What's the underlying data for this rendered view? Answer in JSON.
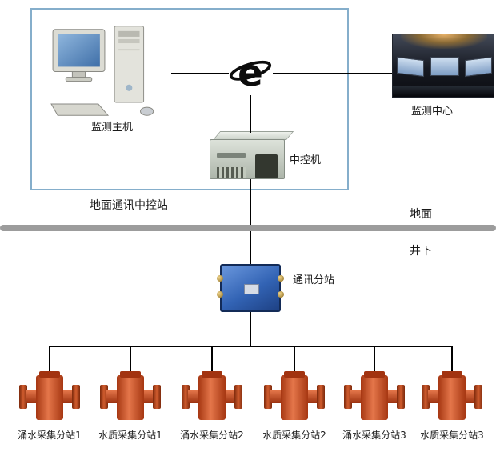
{
  "station_box": {
    "label": "地面通讯中控站"
  },
  "host": {
    "label": "监测主机"
  },
  "monitoring_center": {
    "label": "监测中心"
  },
  "control_machine": {
    "label": "中控机"
  },
  "divider": {
    "surface": "地面",
    "underground": "井下"
  },
  "substation": {
    "label": "通讯分站"
  },
  "devices": [
    {
      "label": "涌水采集分站1"
    },
    {
      "label": "水质采集分站1"
    },
    {
      "label": "涌水采集分站2"
    },
    {
      "label": "水质采集分站2"
    },
    {
      "label": "涌水采集分站3"
    },
    {
      "label": "水质采集分站3"
    }
  ],
  "colors": {
    "station_box_border": "#85aecb",
    "divider_bar": "#9c9c9c",
    "connector_line": "#000000",
    "substation_blue": "#3263b4",
    "device_orange": "#c84f22"
  }
}
